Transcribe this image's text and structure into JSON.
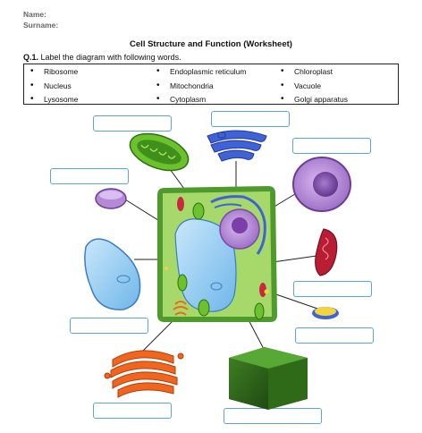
{
  "header": {
    "name_label": "Name:",
    "surname_label": "Surname:"
  },
  "worksheet": {
    "title": "Cell Structure and Function (Worksheet)",
    "question_number": "Q.1.",
    "question_text": "Label the diagram with following words."
  },
  "word_bank": {
    "items": [
      "Ribosome",
      "Nucleus",
      "Lysosome",
      "Endoplasmic reticulum",
      "Mitochondria",
      "Cytoplasm",
      "Chloroplast",
      "Vacuole",
      "Golgi apparatus"
    ]
  },
  "colors": {
    "answer_box_border": "#5ba3dc",
    "cell_wall": "#4e9a2c",
    "cytoplasm": "#a6d86a",
    "vacuole": "#8fc9f2",
    "nucleus": "#b48ad6",
    "er": "#3f63d6",
    "golgi": "#f1661f",
    "mitochondria": "#b81d34",
    "chloroplast": "#6bc22d"
  }
}
